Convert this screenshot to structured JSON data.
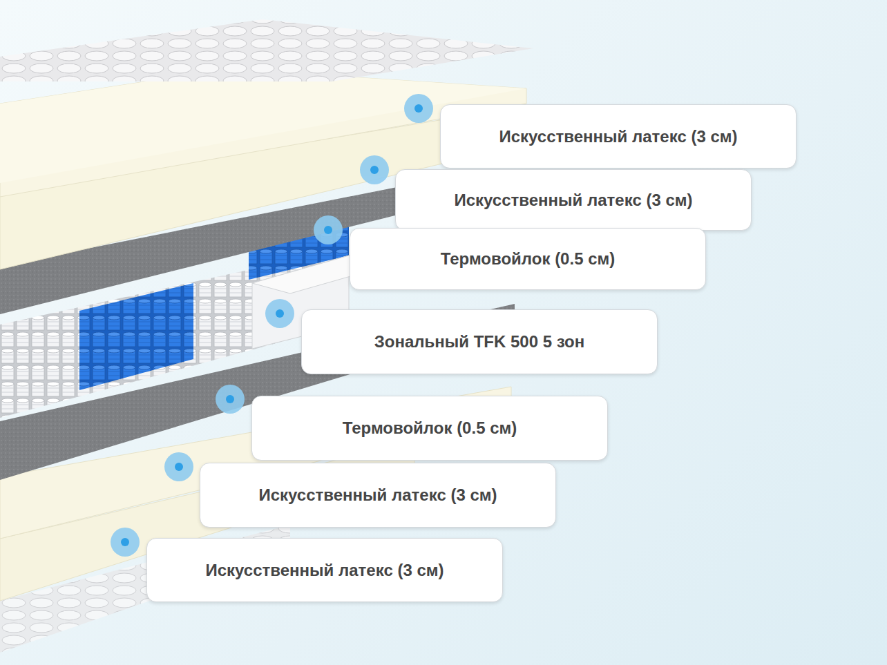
{
  "diagram": {
    "nodes": [
      {
        "text": [
          "Искусственный латекс (3 см)"
        ]
      },
      {
        "text": [
          "Искусственный латекс (3 см)"
        ]
      },
      {
        "text": [
          "Термовойлок (0.5 см)"
        ]
      },
      {
        "text": [
          "Зональный TFK 500 5 зон"
        ]
      },
      {
        "text": [
          "Термовойлок (0.5 см)"
        ]
      },
      {
        "text": [
          "Искусственный латекс (3 см)"
        ]
      },
      {
        "text": [
          "Искусственный латекс (3 см)"
        ]
      }
    ]
  }
}
